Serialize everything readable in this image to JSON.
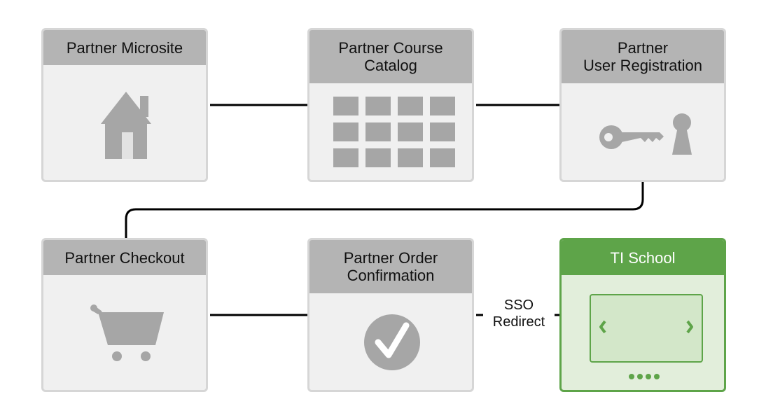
{
  "diagram": {
    "nodes": [
      {
        "id": "microsite",
        "title": "Partner Microsite",
        "icon": "house-icon"
      },
      {
        "id": "catalog",
        "title": "Partner Course\nCatalog",
        "icon": "grid-icon"
      },
      {
        "id": "registration",
        "title": "Partner\nUser Registration",
        "icon": "key-keyhole-icon"
      },
      {
        "id": "checkout",
        "title": "Partner Checkout",
        "icon": "shopping-cart-icon"
      },
      {
        "id": "confirmation",
        "title": "Partner Order\nConfirmation",
        "icon": "checkmark-icon"
      },
      {
        "id": "tischool",
        "title": "TI School",
        "icon": "carousel-icon"
      }
    ],
    "edges": [
      {
        "from": "microsite",
        "to": "catalog",
        "label": ""
      },
      {
        "from": "catalog",
        "to": "registration",
        "label": ""
      },
      {
        "from": "registration",
        "to": "checkout",
        "label": ""
      },
      {
        "from": "checkout",
        "to": "confirmation",
        "label": ""
      },
      {
        "from": "confirmation",
        "to": "tischool",
        "label": "SSO\nRedirect",
        "style": "dashed"
      }
    ]
  },
  "colors": {
    "card_header_gray": "#b4b4b4",
    "card_body_gray": "#f0f0f0",
    "icon_gray": "#a6a6a6",
    "accent_green": "#5ea449",
    "green_body": "#e2eedb",
    "line": "#000000"
  }
}
